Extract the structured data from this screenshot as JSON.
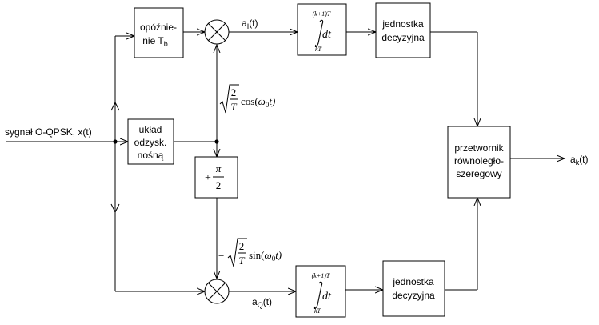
{
  "input": {
    "label": "sygnał O-QPSK, x(t)"
  },
  "blocks": {
    "delay": {
      "line1": "opóźnie-",
      "line2": "nie T",
      "sub": "b"
    },
    "carrier": {
      "line1": "układ",
      "line2": "odzysk.",
      "line3": "nośną"
    },
    "phase_shift": {
      "plus": "+",
      "num": "π",
      "den": "2"
    },
    "integrator_top": {
      "upper": "(k+1)T",
      "lower": "kT",
      "integrand": "dt"
    },
    "integrator_bottom": {
      "upper": "(k+1)T",
      "lower": "kT",
      "integrand": "dt"
    },
    "decision_top": {
      "line1": "jednostka",
      "line2": "decyzyjna"
    },
    "decision_bottom": {
      "line1": "jednostka",
      "line2": "decyzyjna"
    },
    "converter": {
      "line1": "przetwornik",
      "line2": "równoległo-",
      "line3": "szeregowy"
    }
  },
  "signals": {
    "aI": {
      "base": "a",
      "sub": "I",
      "tail": "(t)"
    },
    "aQ": {
      "base": "a",
      "sub": "Q",
      "tail": "(t)"
    },
    "output": {
      "base": "a",
      "sub": "k",
      "tail": "(t)"
    },
    "cos_ref": {
      "sqrt_num": "2",
      "sqrt_den": "T",
      "func": "cos(",
      "arg": "ω",
      "arg_sub": "0",
      "arg_tail": "t)"
    },
    "sin_ref": {
      "minus": "−",
      "sqrt_num": "2",
      "sqrt_den": "T",
      "func": "sin(",
      "arg": "ω",
      "arg_sub": "0",
      "arg_tail": "t)"
    }
  }
}
